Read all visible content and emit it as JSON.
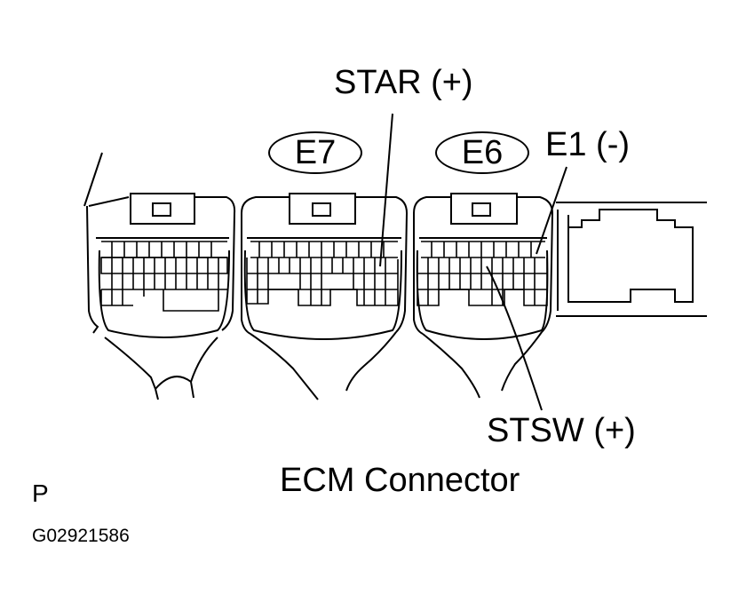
{
  "diagram": {
    "title": "ECM Connector",
    "connectors": [
      {
        "id": "E7",
        "label": "E7"
      },
      {
        "id": "E6",
        "label": "E6"
      }
    ],
    "callouts": {
      "star": "STAR (+)",
      "e1": "E1 (-)",
      "stsw": "STSW (+)"
    },
    "corner_mark": "P",
    "figure_code": "G02921586"
  }
}
